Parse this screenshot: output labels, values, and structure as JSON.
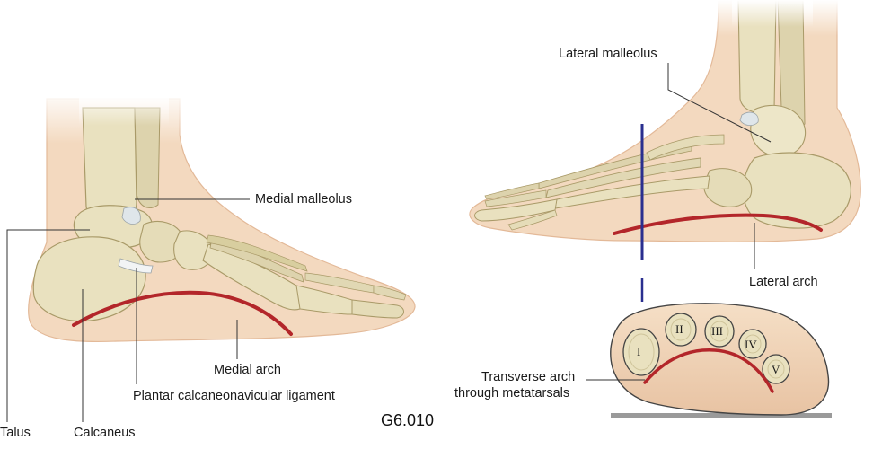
{
  "labels": {
    "medial_malleolus": "Medial malleolus",
    "talus": "Talus",
    "calcaneus": "Calcaneus",
    "medial_arch": "Medial arch",
    "plantar_ligament": "Plantar calcaneonavicular ligament",
    "lateral_malleolus": "Lateral malleolus",
    "lateral_arch": "Lateral arch",
    "transverse_arch_line1": "Transverse arch",
    "transverse_arch_line2": "through metatarsals"
  },
  "metatarsals": [
    "I",
    "II",
    "III",
    "IV",
    "V"
  ],
  "figure_code": "G6.010",
  "colors": {
    "skin": "#f3d9bf",
    "skin_edge": "#e3b998",
    "bone": "#e9e1bf",
    "bone_dark": "#c9bd8f",
    "bone_outline": "#a99a68",
    "cartilage": "#dfe6ea",
    "arch_red": "#b3262a",
    "plane_blue": "#2a2f8f",
    "leader": "#333333",
    "ground": "#9a9a9a"
  }
}
